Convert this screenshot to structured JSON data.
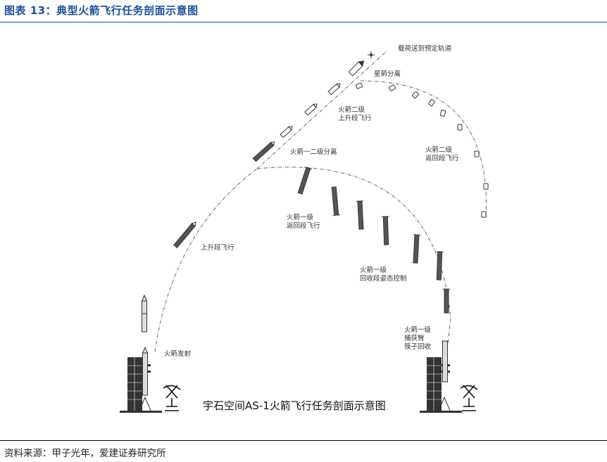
{
  "figure": {
    "title": "图表 13：典型火箭飞行任务剖面示意图",
    "source": "资料来源：甲子光年，爱建证券研究所"
  },
  "diagram": {
    "caption": "宇石空间AS-1火箭飞行任务剖面示意图",
    "labels": {
      "payload_orbit": "载荷送到预定轨道",
      "star_separation": "星箭分离",
      "stage2_ascent_1": "火箭二级",
      "stage2_ascent_2": "上升段飞行",
      "stage12_separation": "火箭一二级分离",
      "stage2_return_1": "火箭二级",
      "stage2_return_2": "返回段飞行",
      "ascent": "上升段飞行",
      "stage1_return_1": "火箭一级",
      "stage1_return_2": "返回段飞行",
      "stage1_attitude_1": "火箭一级",
      "stage1_attitude_2": "回收段姿态控制",
      "launch": "火箭发射",
      "catch_1": "火箭一级",
      "catch_2": "捕获臂",
      "catch_3": "筷子回收"
    },
    "colors": {
      "title": "#1f4e9c",
      "line": "#555555",
      "rocket": "#333333"
    }
  }
}
